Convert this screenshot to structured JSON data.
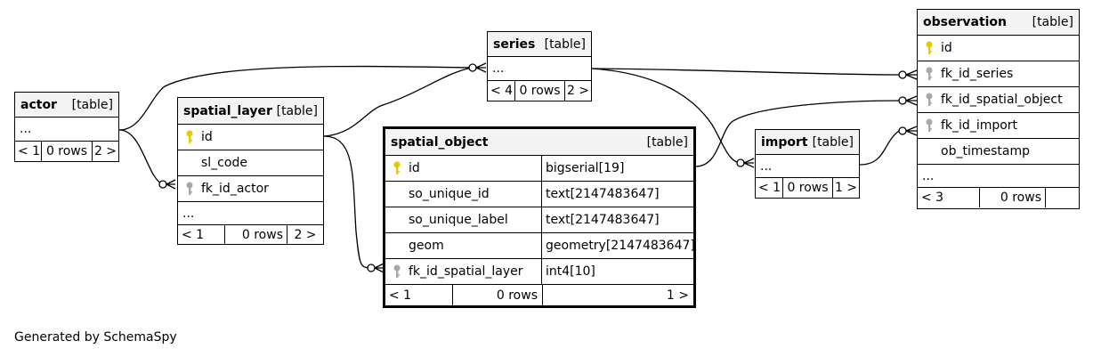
{
  "tables": {
    "actor": {
      "name": "actor",
      "kind": "[table]",
      "rows": [
        "..."
      ],
      "footer": {
        "parents": "< 1",
        "count": "0 rows",
        "children": "2 >"
      }
    },
    "spatial_layer": {
      "name": "spatial_layer",
      "kind": "[table]",
      "columns": [
        {
          "label": "id",
          "icon": "primary-key"
        },
        {
          "label": "sl_code",
          "icon": "none"
        },
        {
          "label": "fk_id_actor",
          "icon": "foreign-key"
        }
      ],
      "more": "...",
      "footer": {
        "parents": "< 1",
        "count": "0 rows",
        "children": "2 >"
      }
    },
    "series": {
      "name": "series",
      "kind": "[table]",
      "rows": [
        "..."
      ],
      "footer": {
        "parents": "< 4",
        "count": "0 rows",
        "children": "2 >"
      }
    },
    "spatial_object": {
      "name": "spatial_object",
      "kind": "[table]",
      "columns": [
        {
          "label": "id",
          "type": "bigserial[19]",
          "icon": "primary-key"
        },
        {
          "label": "so_unique_id",
          "type": "text[2147483647]",
          "icon": "none"
        },
        {
          "label": "so_unique_label",
          "type": "text[2147483647]",
          "icon": "none"
        },
        {
          "label": "geom",
          "type": "geometry[2147483647]",
          "icon": "none"
        },
        {
          "label": "fk_id_spatial_layer",
          "type": "int4[10]",
          "icon": "foreign-key"
        }
      ],
      "footer": {
        "parents": "< 1",
        "count": "0 rows",
        "children": "1 >"
      }
    },
    "import": {
      "name": "import",
      "kind": "[table]",
      "rows": [
        "..."
      ],
      "footer": {
        "parents": "< 1",
        "count": "0 rows",
        "children": "1 >"
      }
    },
    "observation": {
      "name": "observation",
      "kind": "[table]",
      "columns": [
        {
          "label": "id",
          "icon": "primary-key"
        },
        {
          "label": "fk_id_series",
          "icon": "foreign-key"
        },
        {
          "label": "fk_id_spatial_object",
          "icon": "foreign-key"
        },
        {
          "label": "fk_id_import",
          "icon": "foreign-key"
        },
        {
          "label": "ob_timestamp",
          "icon": "none"
        }
      ],
      "more": "...",
      "footer": {
        "parents": "< 3",
        "count": "0 rows",
        "children": ""
      }
    }
  },
  "relationships": [
    {
      "from": "actor",
      "to": "series"
    },
    {
      "from": "actor",
      "to": "spatial_layer.fk_id_actor"
    },
    {
      "from": "spatial_layer.id",
      "to": "series"
    },
    {
      "from": "spatial_layer.id",
      "to": "spatial_object.fk_id_spatial_layer"
    },
    {
      "from": "series",
      "to": "observation.fk_id_series"
    },
    {
      "from": "series",
      "to": "import"
    },
    {
      "from": "spatial_object.id",
      "to": "observation.fk_id_spatial_object"
    },
    {
      "from": "import",
      "to": "observation.fk_id_import"
    }
  ],
  "colors": {
    "primary_key": "#e8c800",
    "foreign_key": "#a8a8a8",
    "header_bg": "#f4f4f4",
    "line": "#000000"
  },
  "credit": "Generated by SchemaSpy"
}
